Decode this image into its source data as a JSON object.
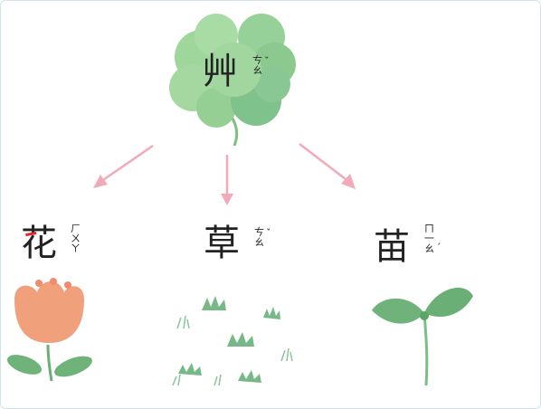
{
  "top": {
    "char": "艸",
    "zhuyin": [
      "ㄘ",
      "ㄠ"
    ],
    "tone": "ˇ"
  },
  "items": [
    {
      "char": "花",
      "zhuyin": [
        "ㄏ",
        "ㄨ",
        "ㄚ"
      ],
      "tone": ""
    },
    {
      "char": "草",
      "zhuyin": [
        "ㄘ",
        "ㄠ"
      ],
      "tone": "ˇ"
    },
    {
      "char": "苗",
      "zhuyin": [
        "ㄇ",
        "一",
        "ㄠ"
      ],
      "tone": "ˊ"
    }
  ],
  "colors": {
    "clover": "#8fce8f",
    "arrow": "#f2a9b8",
    "flower": "#f0a07a",
    "leaf": "#6fb37a",
    "highlight": "#e2262c"
  }
}
